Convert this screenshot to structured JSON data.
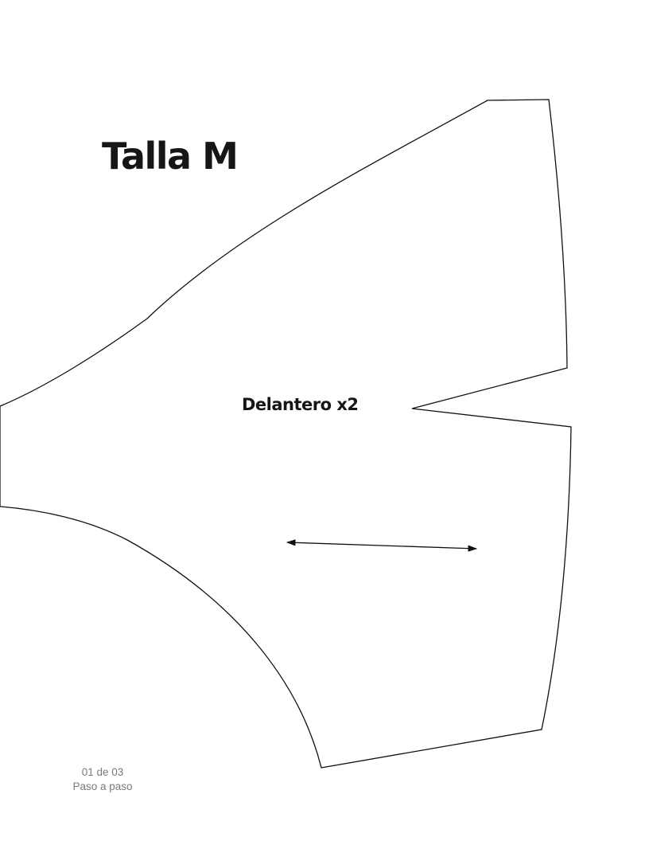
{
  "size_title": "Talla M",
  "piece_label": "Delantero x2",
  "footer": {
    "page_indicator": "01 de 03",
    "section": "Paso a paso"
  },
  "colors": {
    "outline": "#111111",
    "text": "#161616",
    "footer_text": "#7a7a7a",
    "background": "#ffffff"
  },
  "icons": [
    "grainline-arrow-icon"
  ]
}
